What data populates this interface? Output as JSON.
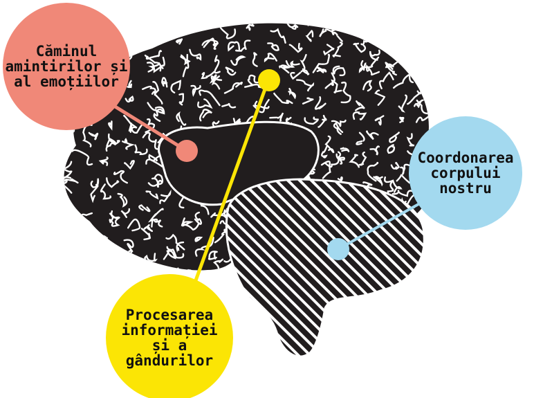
{
  "colors": {
    "brain_fill": "#211d1e",
    "squiggle_stroke": "#ffffff",
    "memory_color": "#f08878",
    "thinking_color": "#fbe505",
    "coordination_color": "#a3d9ef",
    "text_color": "#111111"
  },
  "labels": {
    "memory": {
      "line1": "Căminul",
      "line2": "amintirilor și",
      "line3": "al emoțiilor"
    },
    "thinking": {
      "line1": "Procesarea",
      "line2": "informației",
      "line3": "și a",
      "line4": "gândurilor"
    },
    "coordination": {
      "line1": "Coordonarea",
      "line2": "corpului",
      "line3": "nostru"
    }
  }
}
